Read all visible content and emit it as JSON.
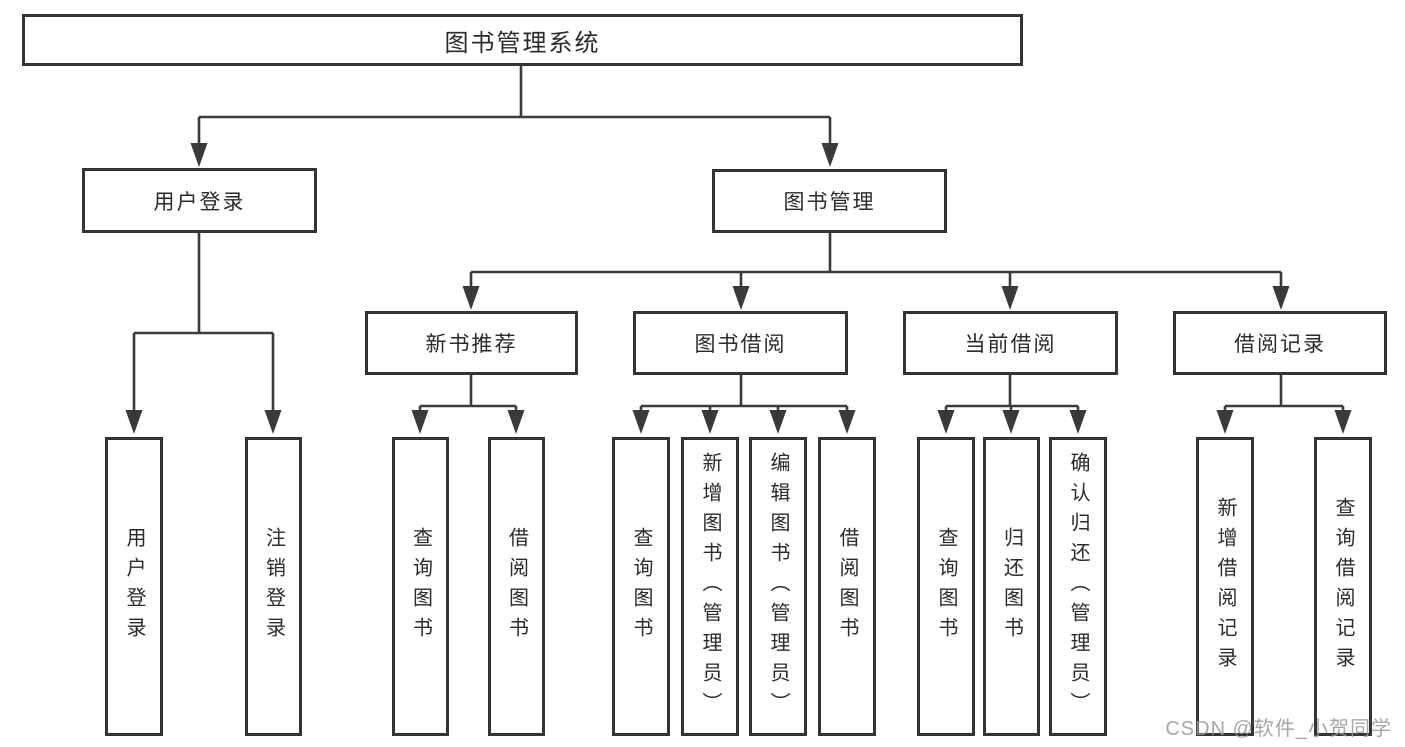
{
  "diagram": {
    "title_note": "functional structure tree",
    "root": {
      "label": "图书管理系统"
    },
    "branches": [
      {
        "label": "用户登录"
      },
      {
        "label": "图书管理"
      }
    ],
    "modules": [
      {
        "label": "新书推荐"
      },
      {
        "label": "图书借阅"
      },
      {
        "label": "当前借阅"
      },
      {
        "label": "借阅记录"
      }
    ],
    "leaves": [
      {
        "label": "用户登录"
      },
      {
        "label": "注销登录"
      },
      {
        "label": "查询图书"
      },
      {
        "label": "借阅图书"
      },
      {
        "label": "查询图书"
      },
      {
        "label": "新增图书（管理员）"
      },
      {
        "label": "编辑图书（管理员）"
      },
      {
        "label": "借阅图书"
      },
      {
        "label": "查询图书"
      },
      {
        "label": "归还图书"
      },
      {
        "label": "确认归还（管理员）"
      },
      {
        "label": "新增借阅记录"
      },
      {
        "label": "查询借阅记录"
      }
    ]
  },
  "watermark": {
    "text": "CSDN @软件_小贺同学"
  },
  "colors": {
    "line": "#3a3a3a",
    "box_border": "#343434",
    "text": "#2b2b2b",
    "watermark": "#969696",
    "background": "#ffffff"
  }
}
